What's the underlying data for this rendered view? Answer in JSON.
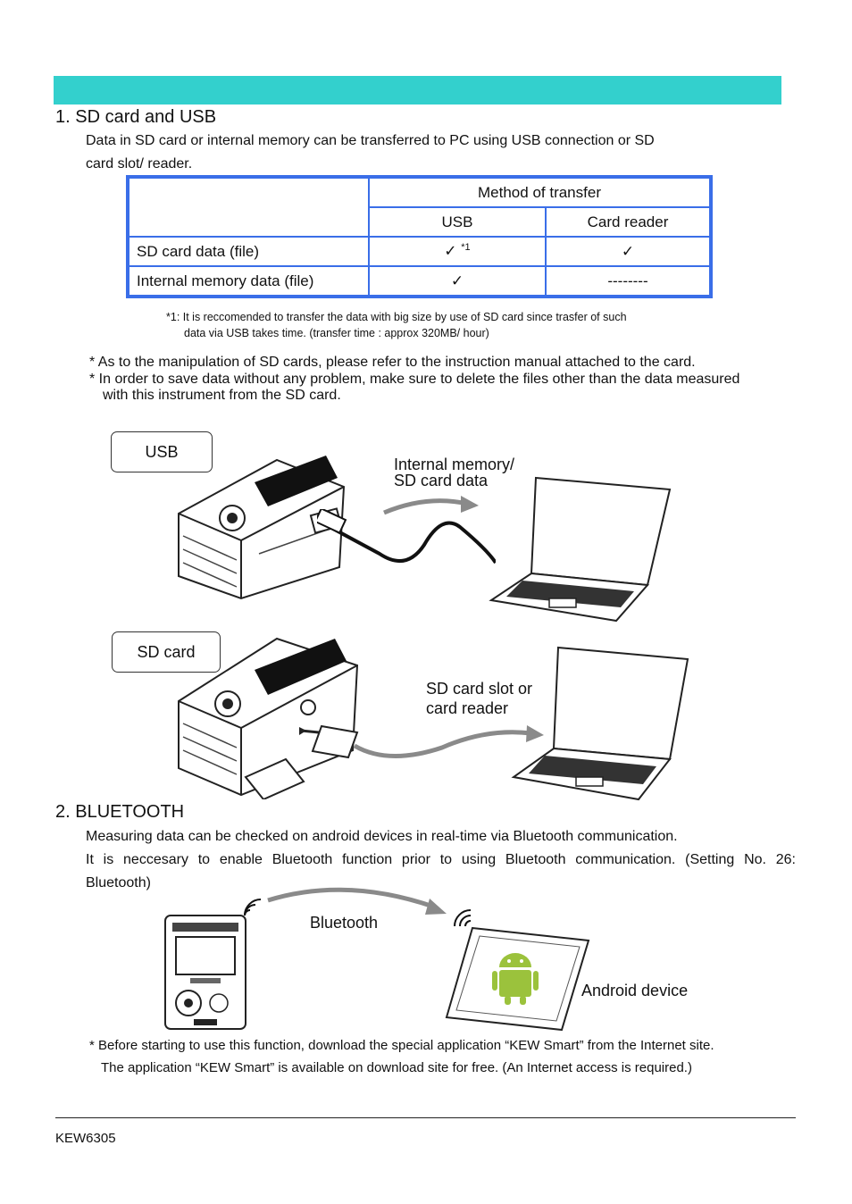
{
  "section1": {
    "title": "1. SD card and USB",
    "intro_line1": "Data in SD card or internal memory can be transferred to PC using USB connection or SD",
    "intro_line2": "card slot/ reader."
  },
  "table": {
    "group_header": "Method of transfer",
    "col_usb": "USB",
    "col_card_reader": "Card reader",
    "rows": [
      {
        "label": "SD card data (file)",
        "usb": "✓",
        "usb_note": "*1",
        "card_reader": "✓"
      },
      {
        "label": "Internal memory data (file)",
        "usb": "✓",
        "card_reader": "--------"
      }
    ],
    "footnote_line1": "*1: It is reccomended to transfer the data with big size by use of SD card since trasfer of such",
    "footnote_line2": "data via USB takes time. (transfer time : approx 320MB/ hour)"
  },
  "notes": {
    "note1": "* As to the manipulation of SD cards, please refer to the instruction manual attached to the card.",
    "note2_line1": "* In order to save data without any problem, make sure to delete the files other than the data measured",
    "note2_line2": "with this instrument from the SD card."
  },
  "diagram_usb": {
    "tag": "USB",
    "label_line1": "Internal memory/",
    "label_line2": "SD card data"
  },
  "diagram_sd": {
    "tag": "SD card",
    "label_line1": "SD card slot or",
    "label_line2": "card reader"
  },
  "section2": {
    "title": "2. BLUETOOTH",
    "line1": "Measuring data can be checked on android devices in real-time via Bluetooth communication.",
    "line2": "It is neccesary to enable Bluetooth function prior to using Bluetooth communication. (Setting No. 26:",
    "line3": "Bluetooth)"
  },
  "diagram_bt": {
    "link_label": "Bluetooth",
    "device_label": "Android device"
  },
  "bt_notes": {
    "line1": "* Before starting to use this function, download the special application “KEW Smart” from the Internet site.",
    "line2": "The application “KEW Smart” is available on download site for free. (An Internet access is required.)"
  },
  "footer": {
    "model": "KEW6305"
  },
  "colors": {
    "banner": "#33d0cd",
    "table_border": "#3a6ee8",
    "android": "#9bc23c"
  }
}
